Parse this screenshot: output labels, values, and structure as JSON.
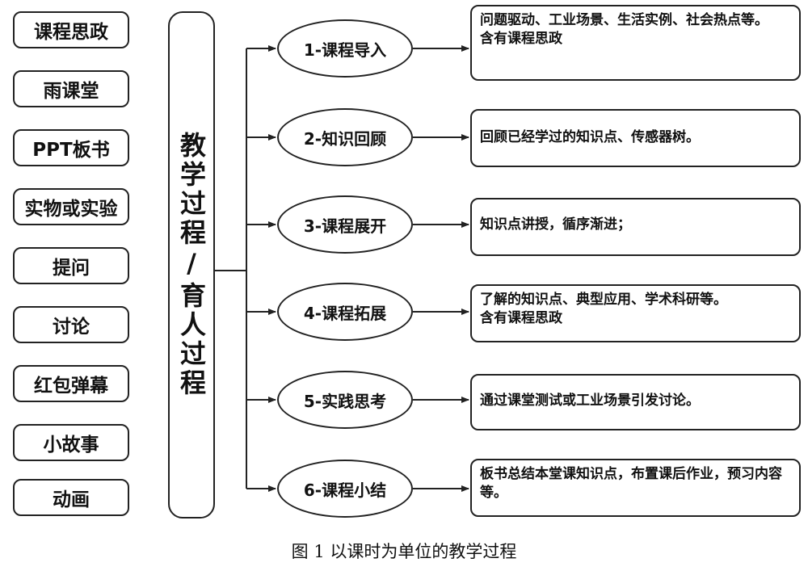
{
  "tools": [
    "课程思政",
    "雨课堂",
    "PPT板书",
    "实物或实验",
    "提问",
    "讨论",
    "红包弹幕",
    "小故事",
    "动画"
  ],
  "process_label": "教学过程/育人过程",
  "steps": [
    {
      "label": "1-课程导入",
      "desc": [
        "问题驱动、工业场景、生活实例、社会热点等。",
        "含有课程思政"
      ]
    },
    {
      "label": "2-知识回顾",
      "desc": [
        "回顾已经学过的知识点、传感器树。"
      ]
    },
    {
      "label": "3-课程展开",
      "desc": [
        "知识点讲授，循序渐进；"
      ]
    },
    {
      "label": "4-课程拓展",
      "desc": [
        "了解的知识点、典型应用、学术科研等。",
        "含有课程思政"
      ]
    },
    {
      "label": "5-实践思考",
      "desc": [
        "通过课堂测试或工业场景引发讨论。"
      ]
    },
    {
      "label": "6-课程小结",
      "desc": [
        "板书总结本堂课知识点，布置课后作业，预习内容等。"
      ]
    }
  ],
  "caption": "图 1  以课时为单位的教学过程"
}
